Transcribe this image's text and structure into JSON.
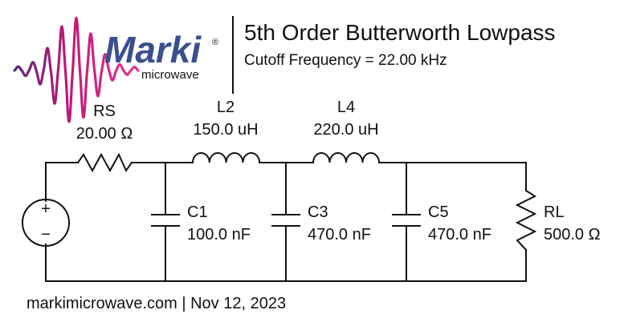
{
  "logo": {
    "brand": "Marki",
    "registered": "®",
    "tagline": "microwave",
    "brand_color": "#3b4f8f",
    "wave_colors": [
      "#5a2a7a",
      "#c2187a",
      "#e8368f"
    ]
  },
  "header": {
    "title": "5th Order Butterworth Lowpass",
    "subtitle": "Cutoff Frequency = 22.00 kHz"
  },
  "components": {
    "source": {
      "plus": "+",
      "minus": "−"
    },
    "rs": {
      "name": "RS",
      "value": "20.00 Ω"
    },
    "l2": {
      "name": "L2",
      "value": "150.0 uH"
    },
    "l4": {
      "name": "L4",
      "value": "220.0 uH"
    },
    "c1": {
      "name": "C1",
      "value": "100.0 nF"
    },
    "c3": {
      "name": "C3",
      "value": "470.0 nF"
    },
    "c5": {
      "name": "C5",
      "value": "470.0 nF"
    },
    "rl": {
      "name": "RL",
      "value": "500.0 Ω"
    }
  },
  "footer": {
    "text": "markimicrowave.com | Nov 12, 2023"
  }
}
